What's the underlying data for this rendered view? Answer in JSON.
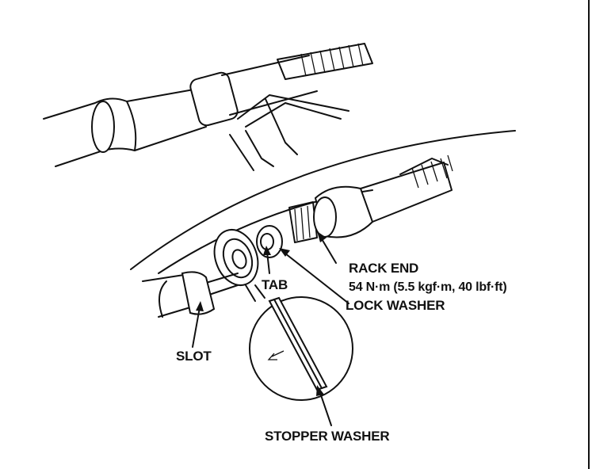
{
  "labels": {
    "rack_end": "RACK END",
    "torque": "54 N·m (5.5 kgf·m, 40 lbf·ft)",
    "tab": "TAB",
    "lock_washer": "LOCK WASHER",
    "slot": "SLOT",
    "stopper_washer": "STOPPER WASHER"
  }
}
